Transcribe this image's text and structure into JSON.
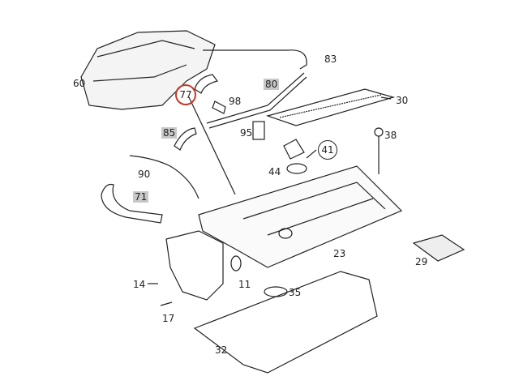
{
  "diagram": {
    "title": "",
    "highlight_color": "#c0392b",
    "box_color": "#c8c8c8",
    "callouts": [
      {
        "id": "60",
        "label": "60",
        "style": "plain"
      },
      {
        "id": "77",
        "label": "77",
        "style": "circled-highlight"
      },
      {
        "id": "98",
        "label": "98",
        "style": "plain"
      },
      {
        "id": "83",
        "label": "83",
        "style": "plain"
      },
      {
        "id": "80",
        "label": "80",
        "style": "boxed"
      },
      {
        "id": "30",
        "label": "30",
        "style": "plain"
      },
      {
        "id": "85",
        "label": "85",
        "style": "boxed"
      },
      {
        "id": "95",
        "label": "95",
        "style": "plain"
      },
      {
        "id": "38",
        "label": "38",
        "style": "plain"
      },
      {
        "id": "41",
        "label": "41",
        "style": "circled"
      },
      {
        "id": "44",
        "label": "44",
        "style": "plain"
      },
      {
        "id": "90",
        "label": "90",
        "style": "plain"
      },
      {
        "id": "71",
        "label": "71",
        "style": "boxed"
      },
      {
        "id": "23",
        "label": "23",
        "style": "plain"
      },
      {
        "id": "29",
        "label": "29",
        "style": "plain"
      },
      {
        "id": "14",
        "label": "14",
        "style": "plain"
      },
      {
        "id": "11",
        "label": "11",
        "style": "plain"
      },
      {
        "id": "35",
        "label": "35",
        "style": "plain"
      },
      {
        "id": "17",
        "label": "17",
        "style": "plain"
      },
      {
        "id": "32",
        "label": "32",
        "style": "plain"
      }
    ]
  }
}
